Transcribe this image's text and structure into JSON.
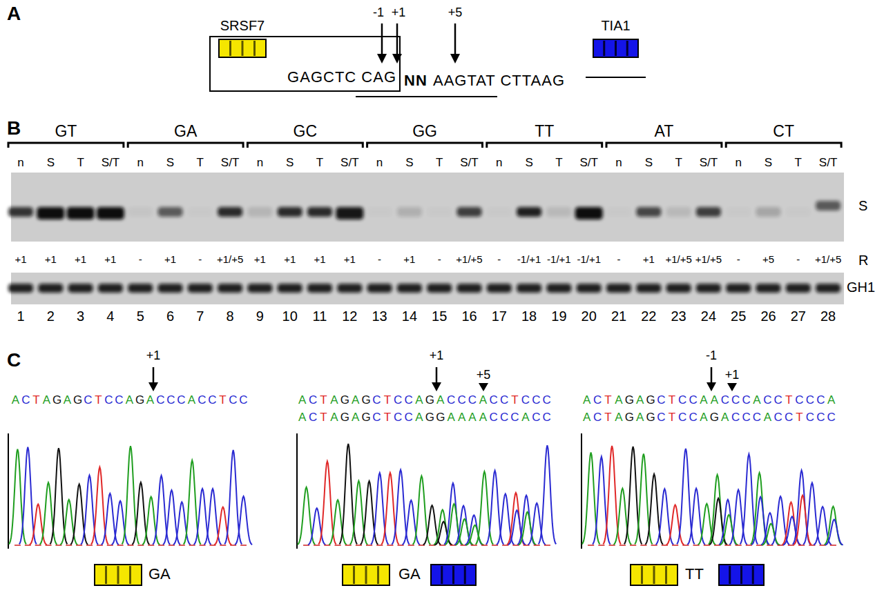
{
  "diagram": {
    "nodes": [
      {
        "text": [
          "GAGCTC CAG"
        ]
      },
      {
        "text": [
          "SRSF7"
        ],
        "in": 0
      },
      {
        "text": [
          "TIA1"
        ]
      }
    ],
    "labels": [
      "A",
      "-1",
      "+1",
      "+5",
      "NN",
      "AAGTAT CTTAAG",
      "B",
      "GT",
      "GA",
      "GC",
      "GG",
      "TT",
      "AT",
      "CT",
      "n",
      "S",
      "T",
      "S/T",
      "n",
      "S",
      "T",
      "S/T",
      "n",
      "S",
      "T",
      "S/T",
      "n",
      "S",
      "T",
      "S/T",
      "n",
      "S",
      "T",
      "S/T",
      "n",
      "S",
      "T",
      "S/T",
      "n",
      "S",
      "T",
      "S/T",
      "S",
      "+1",
      "+1",
      "+1",
      "+1",
      "-",
      "+1",
      "-",
      "+1/+5",
      "+1",
      "+1",
      "+1",
      "+1",
      "-",
      "+1",
      "-",
      "+1/+5",
      "-",
      "-1/+1",
      "-1/+1",
      "-1/+1",
      "-",
      "+1",
      "+1/+5",
      "+1/+5",
      "-",
      "+5",
      "-",
      "+1/+5",
      "R",
      "GH1",
      "1",
      "2",
      "3",
      "4",
      "5",
      "6",
      "7",
      "8",
      "9",
      "10",
      "11",
      "12",
      "13",
      "14",
      "15",
      "16",
      "17",
      "18",
      "19",
      "20",
      "21",
      "22",
      "23",
      "24",
      "25",
      "26",
      "27",
      "28",
      "C",
      "+1",
      "ACTAGAGCTCCAGACCCACCTCC",
      "GA",
      "+1",
      "+5",
      "ACTAGAGCTCCAGACCCACCTCCC",
      "ACTAGAGCTCCAGGAAAACCCACC",
      "GA",
      "-1",
      "+1",
      "ACTAGAGCTCCAACCCACCTCCCA",
      "ACTAGAGCTCCAGACCCACCTCCC",
      "TT"
    ]
  }
}
